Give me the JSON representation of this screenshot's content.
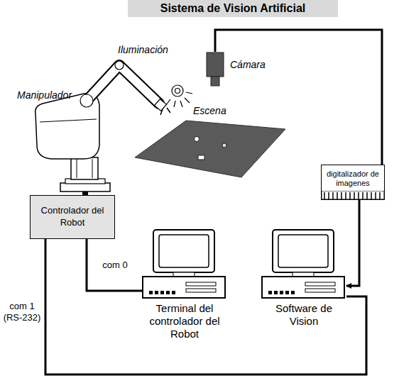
{
  "diagram": {
    "title": "Sistema de Vision Artificial",
    "nodes": [
      {
        "text": [
          "Cámara"
        ]
      },
      {
        "text": [
          "digitalizador de imagenes"
        ]
      },
      {
        "text": [
          "Controlador del Robot"
        ]
      },
      {
        "text": [
          "Terminal del controlador del Robot"
        ]
      },
      {
        "text": [
          "Software de Vision"
        ]
      }
    ],
    "edges": [
      {
        "from": 0,
        "to": 1,
        "arrow": "none"
      },
      {
        "from": 1,
        "to": 4,
        "arrow": "to"
      },
      {
        "from": 2,
        "to": 3,
        "label": "com 0",
        "arrow": "none"
      },
      {
        "from": 2,
        "to": 4,
        "label": "com 1 (RS-232)",
        "arrow": "none"
      }
    ],
    "labels": [
      "Manipulador",
      "Iluminación",
      "Escena"
    ]
  }
}
